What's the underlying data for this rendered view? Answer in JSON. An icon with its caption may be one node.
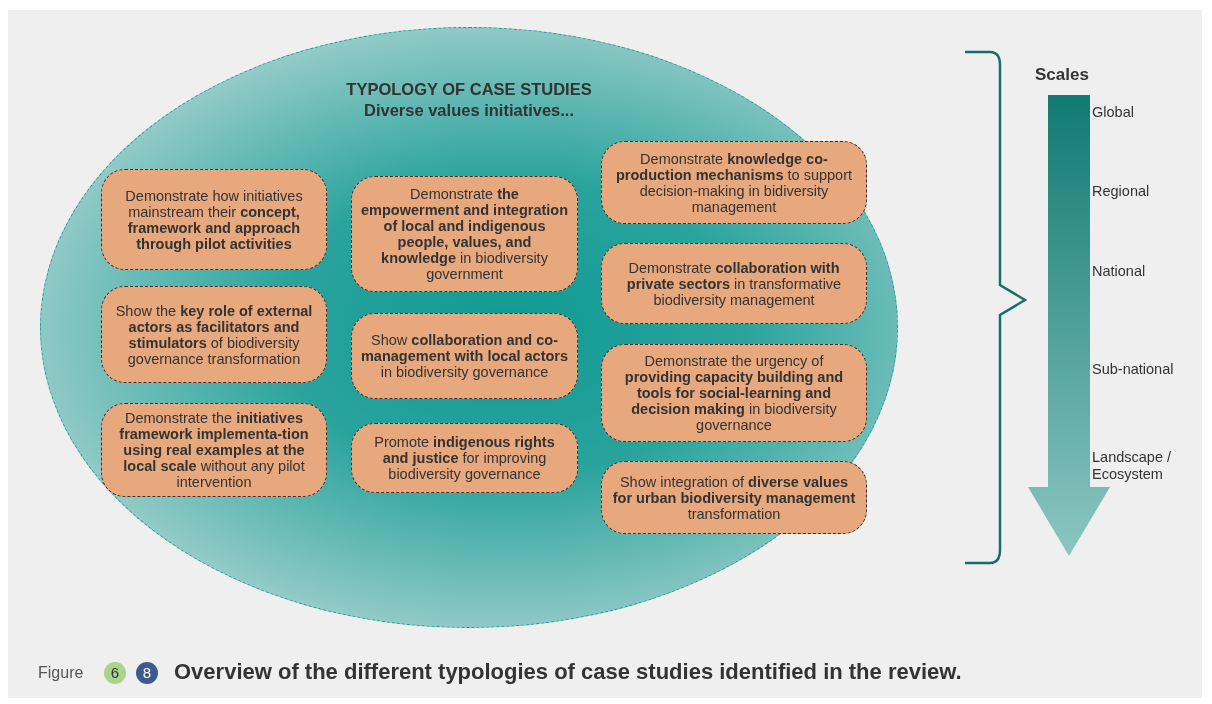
{
  "diagram": {
    "caption": "Overview of the different typologies of case studies identified in the review.",
    "nodes": [
      {
        "text": [
          "TYPOLOGY OF CASE STUDIES",
          "Diverse values initiatives..."
        ]
      },
      {
        "text": [
          "Demonstrate how initiatives mainstream their **concept, framework and approach through pilot activities**"
        ],
        "in": 0
      },
      {
        "text": [
          "Show the **key role of external actors as facilitators and stimulators** of biodiversity governance transformation"
        ],
        "in": 0
      },
      {
        "text": [
          "Demonstrate the **initiatives framework implementa-tion using real examples at the local scale** without any pilot intervention"
        ],
        "in": 0
      },
      {
        "text": [
          "Demonstrate **the empowerment and integration of local and indigenous people, values, and knowledge** in biodiversity government"
        ],
        "in": 0
      },
      {
        "text": [
          "Show **collaboration and co-management with local actors** in biodiversity governance"
        ],
        "in": 0
      },
      {
        "text": [
          "Promote **indigenous rights and justice** for improving biodiversity governance"
        ],
        "in": 0
      },
      {
        "text": [
          "Demonstrate **knowledge co-production mechanisms** to support decision-making in bidiversity management"
        ],
        "in": 0
      },
      {
        "text": [
          "Demonstrate **collaboration with private sectors** in transformative biodiversity management"
        ],
        "in": 0
      },
      {
        "text": [
          "Demonstrate the urgency of **providing capacity building and tools for social-learning and decision making** in biodiversity governance"
        ],
        "in": 0
      },
      {
        "text": [
          "Show integration of **diverse values for urban biodiversity management** transformation"
        ],
        "in": 0
      }
    ],
    "edges": [],
    "labels": [
      "Scales",
      "Global",
      "Regional",
      "National",
      "Sub-national",
      "Landscape / Ecosystem",
      "Figure",
      "6",
      "8"
    ]
  }
}
